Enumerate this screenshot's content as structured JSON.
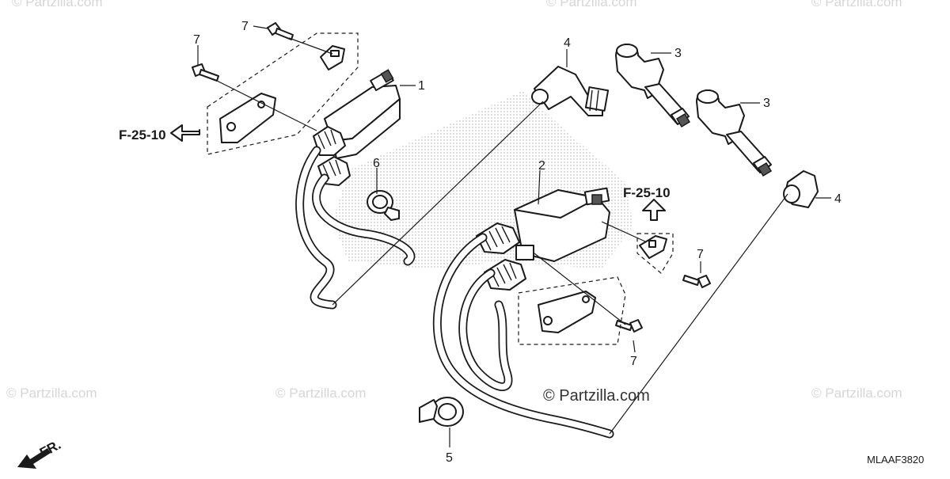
{
  "diagram": {
    "diagram_code": "MLAAF3820",
    "front_label": "FR.",
    "ref_label_left": "F-25-10",
    "ref_label_right": "F-25-10",
    "watermark_main": "© Partzilla.com",
    "watermark_faint": "© Partzilla.com",
    "callouts": {
      "coil_1": "1",
      "coil_2": "2",
      "cap_3_top": "3",
      "cap_3_mid": "3",
      "cap_4_top": "4",
      "cap_4_right": "4",
      "clamp_5": "5",
      "clamp_6": "6",
      "bolt_7_top_left": "7",
      "bolt_7_upper": "7",
      "bolt_7_right": "7",
      "bolt_7_bottom": "7"
    }
  }
}
